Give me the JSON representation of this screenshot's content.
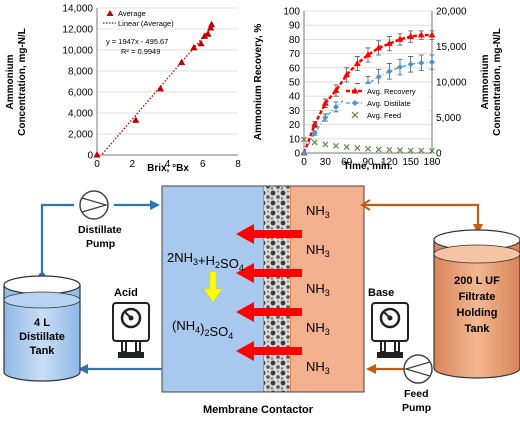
{
  "chart_data": [
    {
      "type": "scatter",
      "title": "",
      "xlabel": "Brix, °Bx",
      "ylabel_lines": [
        "Ammonium",
        "Concentration, mg-N/L"
      ],
      "xlim": [
        0,
        8
      ],
      "ylim": [
        0,
        14000
      ],
      "xticks": [
        0,
        2,
        4,
        6,
        8
      ],
      "yticks": [
        0,
        2000,
        4000,
        6000,
        8000,
        10000,
        12000,
        14000
      ],
      "ytick_labels": [
        "0",
        "2,000",
        "4,000",
        "6,000",
        "8,000",
        "10,000",
        "12,000",
        "14,000"
      ],
      "legend": {
        "placement": "top-left",
        "entries": [
          "Average",
          "Linear (Average)"
        ]
      },
      "equation": "y = 1947x - 495.67",
      "r2": "R² = 0.9949",
      "trendline": {
        "slope": 1947,
        "intercept": -495.67,
        "x_range": [
          0,
          6.6
        ]
      },
      "colors": {
        "points": "#c00000",
        "trend": "#c00000"
      },
      "series": [
        {
          "name": "Average",
          "points": [
            [
              0,
              0
            ],
            [
              2.2,
              3300
            ],
            [
              3.6,
              6300
            ],
            [
              4.8,
              8800
            ],
            [
              5.5,
              10200
            ],
            [
              5.9,
              10600
            ],
            [
              6.1,
              11300
            ],
            [
              6.3,
              11500
            ],
            [
              6.45,
              12100
            ],
            [
              6.5,
              12400
            ]
          ]
        }
      ]
    },
    {
      "type": "line",
      "title": "",
      "xlabel": "Time, min.",
      "ylabel_left": "Ammonium Recovery, %",
      "ylabel_right_lines": [
        "Ammonium",
        "Concentration, mg-N/L"
      ],
      "xlim": [
        0,
        180
      ],
      "ylim_left": [
        0,
        100
      ],
      "ylim_right": [
        0,
        20000
      ],
      "xticks": [
        0,
        30,
        60,
        90,
        120,
        150,
        180
      ],
      "yticks_left": [
        0,
        10,
        20,
        30,
        40,
        50,
        60,
        70,
        80,
        90,
        100
      ],
      "yticks_right": [
        0,
        5000,
        10000,
        15000,
        20000
      ],
      "ytick_labels_right": [
        "0",
        "5,000",
        "10,000",
        "15,000",
        "20,000"
      ],
      "legend": {
        "placement": "center-right",
        "entries": [
          "Avg. Recovery",
          "Avg. Distilate",
          "Avg. Feed"
        ]
      },
      "series": [
        {
          "name": "Avg. Recovery",
          "axis": "left",
          "color": "#ff0000",
          "marker": "triangle",
          "line": "dashed",
          "x": [
            0,
            15,
            30,
            45,
            60,
            75,
            90,
            105,
            120,
            135,
            150,
            165,
            180
          ],
          "y": [
            0,
            20,
            35,
            44,
            55,
            63,
            69,
            74,
            77,
            80,
            82,
            83,
            83
          ],
          "err": [
            0,
            2,
            3,
            4,
            5,
            5,
            5,
            5,
            5,
            4,
            4,
            3,
            3
          ]
        },
        {
          "name": "Avg. Distilate",
          "axis": "right",
          "color": "#4f94cd",
          "marker": "diamond",
          "line": "dashdot",
          "x": [
            0,
            15,
            30,
            45,
            60,
            75,
            90,
            105,
            120,
            135,
            150,
            165,
            180
          ],
          "y": [
            0,
            2800,
            5000,
            6500,
            7800,
            8900,
            9800,
            10700,
            11500,
            12100,
            12500,
            12700,
            12800
          ],
          "err": [
            0,
            300,
            500,
            700,
            800,
            900,
            1000,
            1100,
            1100,
            1100,
            1100,
            1100,
            1000
          ]
        },
        {
          "name": "Avg. Feed",
          "axis": "right",
          "color": "#548235",
          "marker": "x",
          "line": "none",
          "x": [
            0,
            15,
            30,
            45,
            60,
            75,
            90,
            105,
            120,
            135,
            150,
            165,
            180
          ],
          "y": [
            1900,
            1500,
            1200,
            1000,
            850,
            700,
            600,
            500,
            450,
            400,
            350,
            350,
            300
          ],
          "err": []
        }
      ]
    }
  ],
  "diagram": {
    "distillate_pump": [
      "Distillate",
      "Pump"
    ],
    "feed_pump": [
      "Feed",
      "Pump"
    ],
    "acid": "Acid",
    "base": "Base",
    "distillate_tank": [
      "4 L",
      "Distillate",
      "Tank"
    ],
    "filtrate_tank": [
      "200 L UF",
      "Filtrate",
      "Holding",
      "Tank"
    ],
    "membrane_contactor": "Membrane Contactor",
    "reaction_left": "2NH3+H2SO4",
    "product": "(NH4)2SO4",
    "nh3_label": "NH3",
    "colors": {
      "acid_side": "#a8c8ee",
      "feed_side": "#f3b08f",
      "distillate_line": "#2e75b6",
      "feed_line": "#c55a11",
      "arrow_red": "#ff0000",
      "arrow_yellow": "#ffff00"
    }
  }
}
